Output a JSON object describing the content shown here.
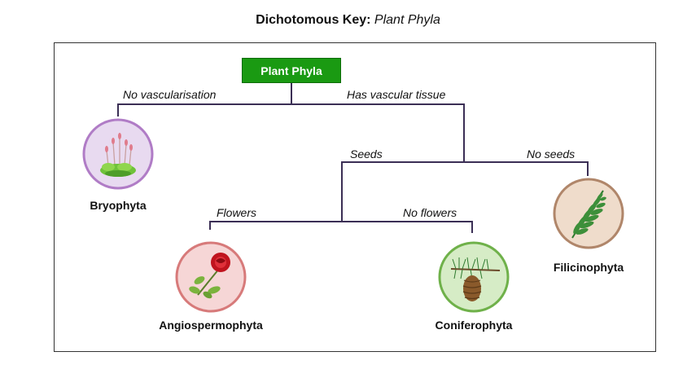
{
  "header": {
    "title": "Dichotomous Key:",
    "subtitle": "Plant Phyla"
  },
  "root": {
    "label": "Plant Phyla"
  },
  "branches": {
    "no_vascular": "No vascularisation",
    "vascular": "Has vascular tissue",
    "seeds": "Seeds",
    "no_seeds": "No seeds",
    "flowers": "Flowers",
    "no_flowers": "No flowers"
  },
  "phyla": {
    "bryophyta": "Bryophyta",
    "angiospermophyta": "Angiospermophyta",
    "coniferophyta": "Coniferophyta",
    "filicinophyta": "Filicinophyta"
  },
  "colors": {
    "root_fill": "#1a9a12",
    "bryophyta_ring": "#b07cc6",
    "bryophyta_fill": "#e8daf0",
    "angio_ring": "#d77a7a",
    "angio_fill": "#f6d6d6",
    "conifer_ring": "#6fb14a",
    "conifer_fill": "#d6ecc6",
    "filicino_ring": "#b0866a",
    "filicino_fill": "#efdccb",
    "connector": "#3b2f55"
  },
  "icons": [
    "moss-icon",
    "rose-icon",
    "pine-cone-icon",
    "fern-icon"
  ]
}
